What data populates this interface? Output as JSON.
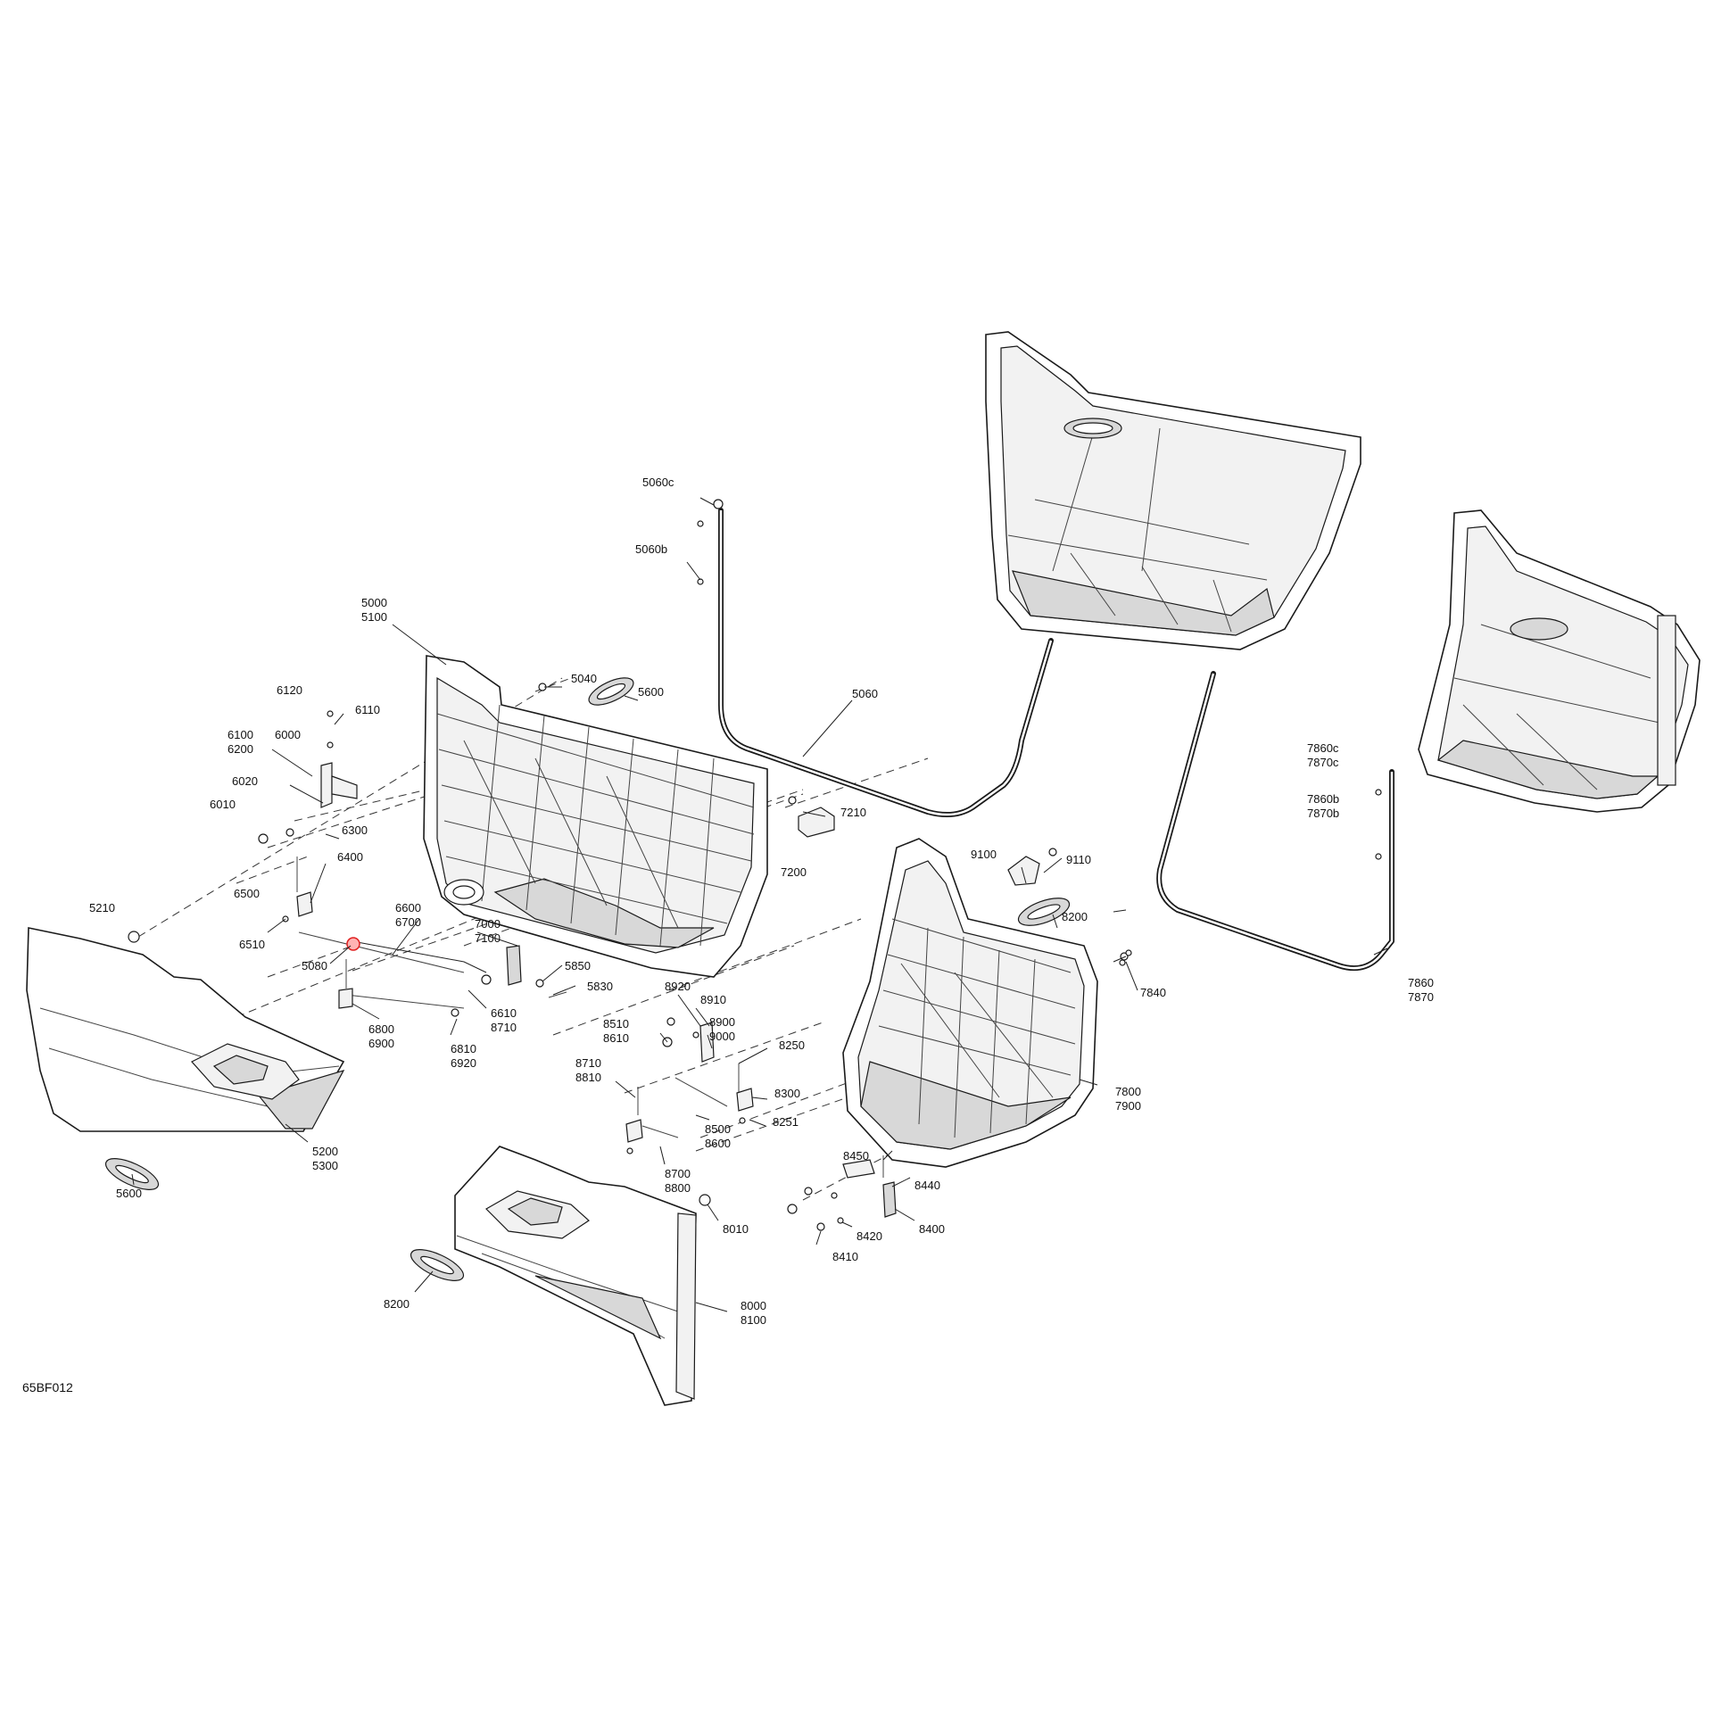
{
  "diagram": {
    "drawing_code": "65BF012",
    "highlight": {
      "color": "#e02020",
      "part": "5080"
    },
    "callouts": [
      {
        "id": "c5060c",
        "text": "5060c"
      },
      {
        "id": "c5060b",
        "text": "5060b"
      },
      {
        "id": "c5000",
        "lines": [
          "5000",
          "5100"
        ]
      },
      {
        "id": "c5040",
        "text": "5040"
      },
      {
        "id": "c5600a",
        "text": "5600"
      },
      {
        "id": "c5060",
        "text": "5060"
      },
      {
        "id": "c6120",
        "text": "6120"
      },
      {
        "id": "c6110",
        "text": "6110"
      },
      {
        "id": "c6100",
        "lines": [
          "6100",
          "6200"
        ]
      },
      {
        "id": "c6000",
        "text": "6000"
      },
      {
        "id": "c6020",
        "text": "6020"
      },
      {
        "id": "c6010",
        "text": "6010"
      },
      {
        "id": "c6300",
        "text": "6300"
      },
      {
        "id": "c7210",
        "text": "7210"
      },
      {
        "id": "c7200",
        "text": "7200"
      },
      {
        "id": "c9100",
        "text": "9100"
      },
      {
        "id": "c9110",
        "text": "9110"
      },
      {
        "id": "c8200a",
        "text": "8200"
      },
      {
        "id": "c7860c",
        "lines": [
          "7860c",
          "7870c"
        ]
      },
      {
        "id": "c7860b",
        "lines": [
          "7860b",
          "7870b"
        ]
      },
      {
        "id": "c6500",
        "text": "6500"
      },
      {
        "id": "c6400",
        "text": "6400"
      },
      {
        "id": "c5210",
        "text": "5210"
      },
      {
        "id": "c6600",
        "lines": [
          "6600",
          "6700"
        ]
      },
      {
        "id": "c7000",
        "lines": [
          "7000",
          "7100"
        ]
      },
      {
        "id": "c6510",
        "text": "6510"
      },
      {
        "id": "c5080",
        "text": "5080"
      },
      {
        "id": "c5850",
        "text": "5850"
      },
      {
        "id": "c5830",
        "text": "5830"
      },
      {
        "id": "c8920",
        "text": "8920"
      },
      {
        "id": "c8910",
        "text": "8910"
      },
      {
        "id": "c7840",
        "text": "7840"
      },
      {
        "id": "c7860",
        "lines": [
          "7860",
          "7870"
        ]
      },
      {
        "id": "c6610",
        "lines": [
          "6610",
          "8710"
        ]
      },
      {
        "id": "c8510",
        "lines": [
          "8510",
          "8610"
        ]
      },
      {
        "id": "c8900",
        "lines": [
          "8900",
          "9000"
        ]
      },
      {
        "id": "c8250",
        "text": "8250"
      },
      {
        "id": "c6800",
        "lines": [
          "6800",
          "6900"
        ]
      },
      {
        "id": "c6810",
        "lines": [
          "6810",
          "6920"
        ]
      },
      {
        "id": "c8710b",
        "lines": [
          "8710",
          "8810"
        ]
      },
      {
        "id": "c8300",
        "text": "8300"
      },
      {
        "id": "c7800",
        "lines": [
          "7800",
          "7900"
        ]
      },
      {
        "id": "c8500",
        "lines": [
          "8500",
          "8600"
        ]
      },
      {
        "id": "c8251",
        "text": "8251"
      },
      {
        "id": "c8450",
        "text": "8450"
      },
      {
        "id": "c5200",
        "lines": [
          "5200",
          "5300"
        ]
      },
      {
        "id": "c8700",
        "lines": [
          "8700",
          "8800"
        ]
      },
      {
        "id": "c8440",
        "text": "8440"
      },
      {
        "id": "c5600b",
        "text": "5600"
      },
      {
        "id": "c8010",
        "text": "8010"
      },
      {
        "id": "c8400",
        "text": "8400"
      },
      {
        "id": "c8420",
        "text": "8420"
      },
      {
        "id": "c8410",
        "text": "8410"
      },
      {
        "id": "c8200b",
        "text": "8200"
      },
      {
        "id": "c8000",
        "lines": [
          "8000",
          "8100"
        ]
      }
    ]
  }
}
